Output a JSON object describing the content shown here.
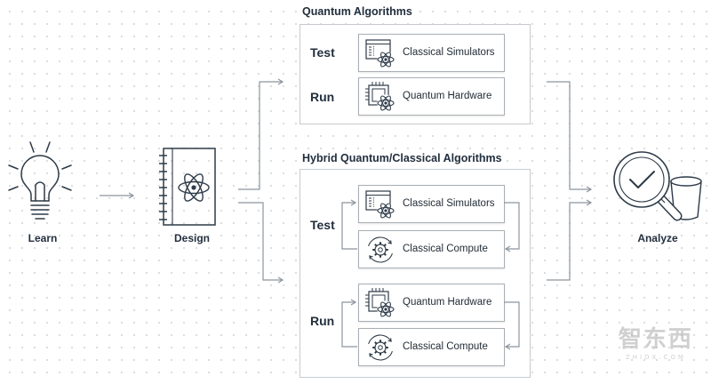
{
  "stages": {
    "learn": {
      "label": "Learn",
      "icon": "lightbulb-icon"
    },
    "design": {
      "label": "Design",
      "icon": "notebook-atom-icon"
    },
    "analyze": {
      "label": "Analyze",
      "icon": "magnifier-check-bucket-icon"
    }
  },
  "quantum": {
    "title": "Quantum Algorithms",
    "test": {
      "label": "Test",
      "items": [
        {
          "text": "Classical Simulators",
          "icon": "simulator-icon"
        }
      ]
    },
    "run": {
      "label": "Run",
      "items": [
        {
          "text": "Quantum Hardware",
          "icon": "quantum-chip-icon"
        }
      ]
    }
  },
  "hybrid": {
    "title": "Hybrid Quantum/Classical Algorithms",
    "test": {
      "label": "Test",
      "items": [
        {
          "text": "Classical Simulators",
          "icon": "simulator-icon"
        },
        {
          "text": "Classical Compute",
          "icon": "compute-gear-icon"
        }
      ]
    },
    "run": {
      "label": "Run",
      "items": [
        {
          "text": "Quantum Hardware",
          "icon": "quantum-chip-icon"
        },
        {
          "text": "Classical Compute",
          "icon": "compute-gear-icon"
        }
      ]
    }
  },
  "colors": {
    "text": "#232f3e",
    "icon": "#2d3a47",
    "connector": "#8c959d",
    "box_border": "#c6cacf",
    "background_dots": "#d7dadd"
  },
  "watermark": {
    "text": "智东西",
    "subtext": "ZHIDX.COM"
  }
}
